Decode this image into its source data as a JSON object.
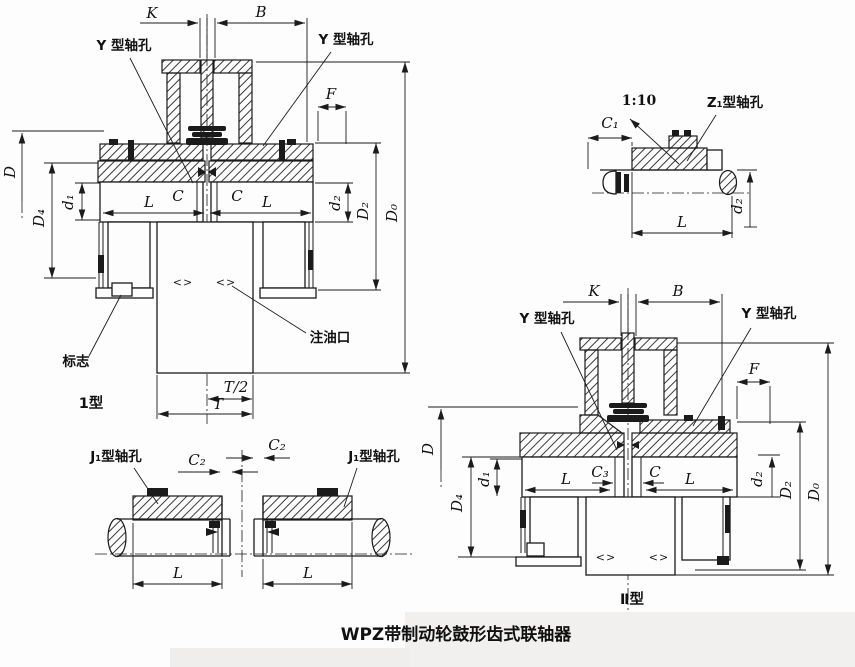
{
  "caption": "WPZ带制动轮鼓形齿式联轴器",
  "symbols": {
    "oil_hole": "<>"
  },
  "fig_type1": {
    "type_label": "1型",
    "dim_K": "K",
    "dim_B": "B",
    "dim_F": "F",
    "dim_D": "D",
    "dim_D4": "D₄",
    "dim_d1": "d₁",
    "dim_L_left": "L",
    "dim_C_left": "C",
    "dim_C_right": "C",
    "dim_L_right": "L",
    "dim_d2": "d₂",
    "dim_D2": "D₂",
    "dim_D0": "D₀",
    "dim_T_half": "T/2",
    "dim_T": "T",
    "callout_bore_left": "Y 型轴孔",
    "callout_bore_right": "Y 型轴孔",
    "callout_mark": "标志",
    "callout_oil_port": "注油口"
  },
  "fig_z1": {
    "callout_taper": "1:10",
    "callout_bore": "Z₁型轴孔",
    "dim_C1": "C₁",
    "dim_L": "L",
    "dim_d2": "d₂"
  },
  "fig_j1": {
    "callout_bore_left": "J₁型轴孔",
    "callout_bore_right": "J₁型轴孔",
    "dim_C2_left": "C₂",
    "dim_C2_right": "C₂",
    "dim_L_left": "L",
    "dim_L_right": "L"
  },
  "fig_type2": {
    "type_label": "Ⅱ型",
    "dim_K": "K",
    "dim_B": "B",
    "dim_F": "F",
    "dim_D": "D",
    "dim_D4": "D₄",
    "dim_d1": "d₁",
    "dim_L_left": "L",
    "dim_C3": "C₃",
    "dim_C": "C",
    "dim_L_right": "L",
    "dim_d2": "d₂",
    "dim_D2": "D₂",
    "dim_D0": "D₀",
    "callout_bore_left": "Y 型轴孔",
    "callout_bore_right": "Y 型轴孔"
  }
}
